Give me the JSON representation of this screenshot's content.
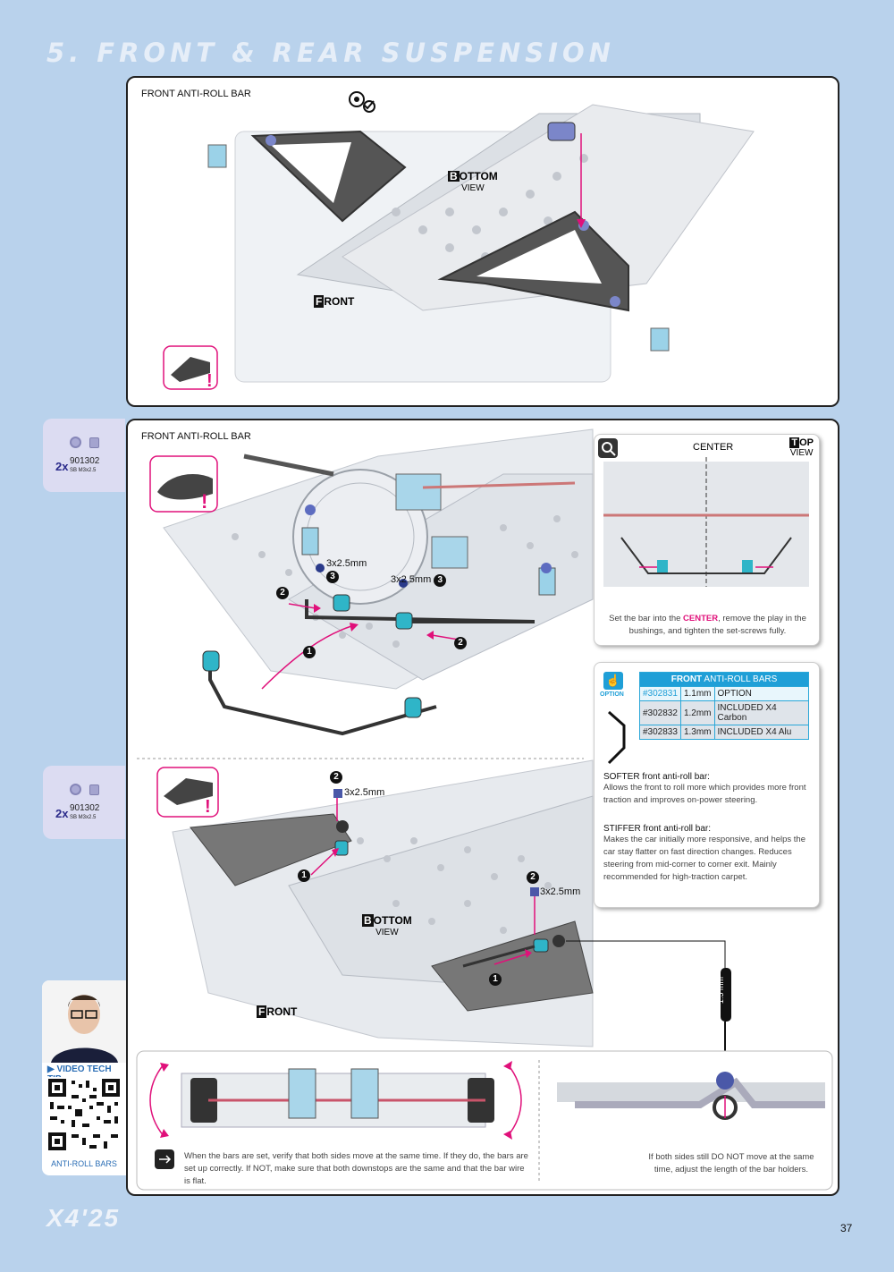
{
  "section_title": "5. FRONT & REAR SUSPENSION",
  "panel1": {
    "label": "FRONT ANTI-ROLL BAR",
    "bottom_view": "OTTOM",
    "bottom_letter": "B",
    "view_word": "VIEW",
    "front_letter": "F",
    "front_word": "RONT"
  },
  "panel2": {
    "label": "FRONT ANTI-ROLL BAR",
    "screw_a": "3x2.5mm",
    "screw_b": "3x2.5mm",
    "step1": "1",
    "step2": "2",
    "step3": "3",
    "inset": {
      "center_label": "CENTER",
      "top_letter": "T",
      "top_word": "OP",
      "view_word": "VIEW",
      "caption_pre": "Set the bar into the ",
      "caption_highlight": "CENTER",
      "caption_post": ", remove the play in the bushings, and tighten the set-screws fully."
    },
    "options": {
      "badge": "OPTION",
      "header_bold": "FRONT",
      "header_rest": " ANTI-ROLL BARS",
      "rows": [
        [
          "#302831",
          "1.1mm",
          "OPTION"
        ],
        [
          "#302832",
          "1.2mm",
          "INCLUDED X4 Carbon"
        ],
        [
          "#302833",
          "1.3mm",
          "INCLUDED X4 Alu"
        ]
      ],
      "softer_title": "SOFTER front anti-roll bar:",
      "softer_body": "Allows the front to roll more which provides more front traction and improves on-power steering.",
      "stiffer_title": "STIFFER front anti-roll bar:",
      "stiffer_body": "Makes the car initially more responsive, and helps the car stay flatter on fast direction changes. Reduces steering from mid-corner to corner exit. Mainly recommended for high-traction carpet."
    },
    "lower": {
      "screw_a": "3x2.5mm",
      "screw_b": "3x2.5mm",
      "bottom_letter": "B",
      "bottom_word": "OTTOM",
      "view_word": "VIEW",
      "front_letter": "F",
      "front_word": "RONT",
      "gauge": "1.5 mm"
    },
    "bottom_left_caption": "When the bars are set, verify that both sides move at the same time. If they do, the bars are set up correctly. If NOT, make sure that both downstops are the same and that the bar wire is flat.",
    "bottom_right_caption": "If both sides still DO NOT move at the same time, adjust the length of the bar holders."
  },
  "parts": [
    {
      "qty": "2x",
      "code": "901302",
      "desc": "SB M3x2.5"
    },
    {
      "qty": "2x",
      "code": "901302",
      "desc": "SB M3x2.5"
    }
  ],
  "tech_tip": {
    "title": "VIDEO TECH TIP",
    "subtitle": "ANTI-ROLL BARS"
  },
  "footer": {
    "model": "X4'25",
    "page_number": "37"
  },
  "colors": {
    "accent_magenta": "#e0107a",
    "accent_blue": "#1f9fd7",
    "background": "#b9d2ec"
  }
}
